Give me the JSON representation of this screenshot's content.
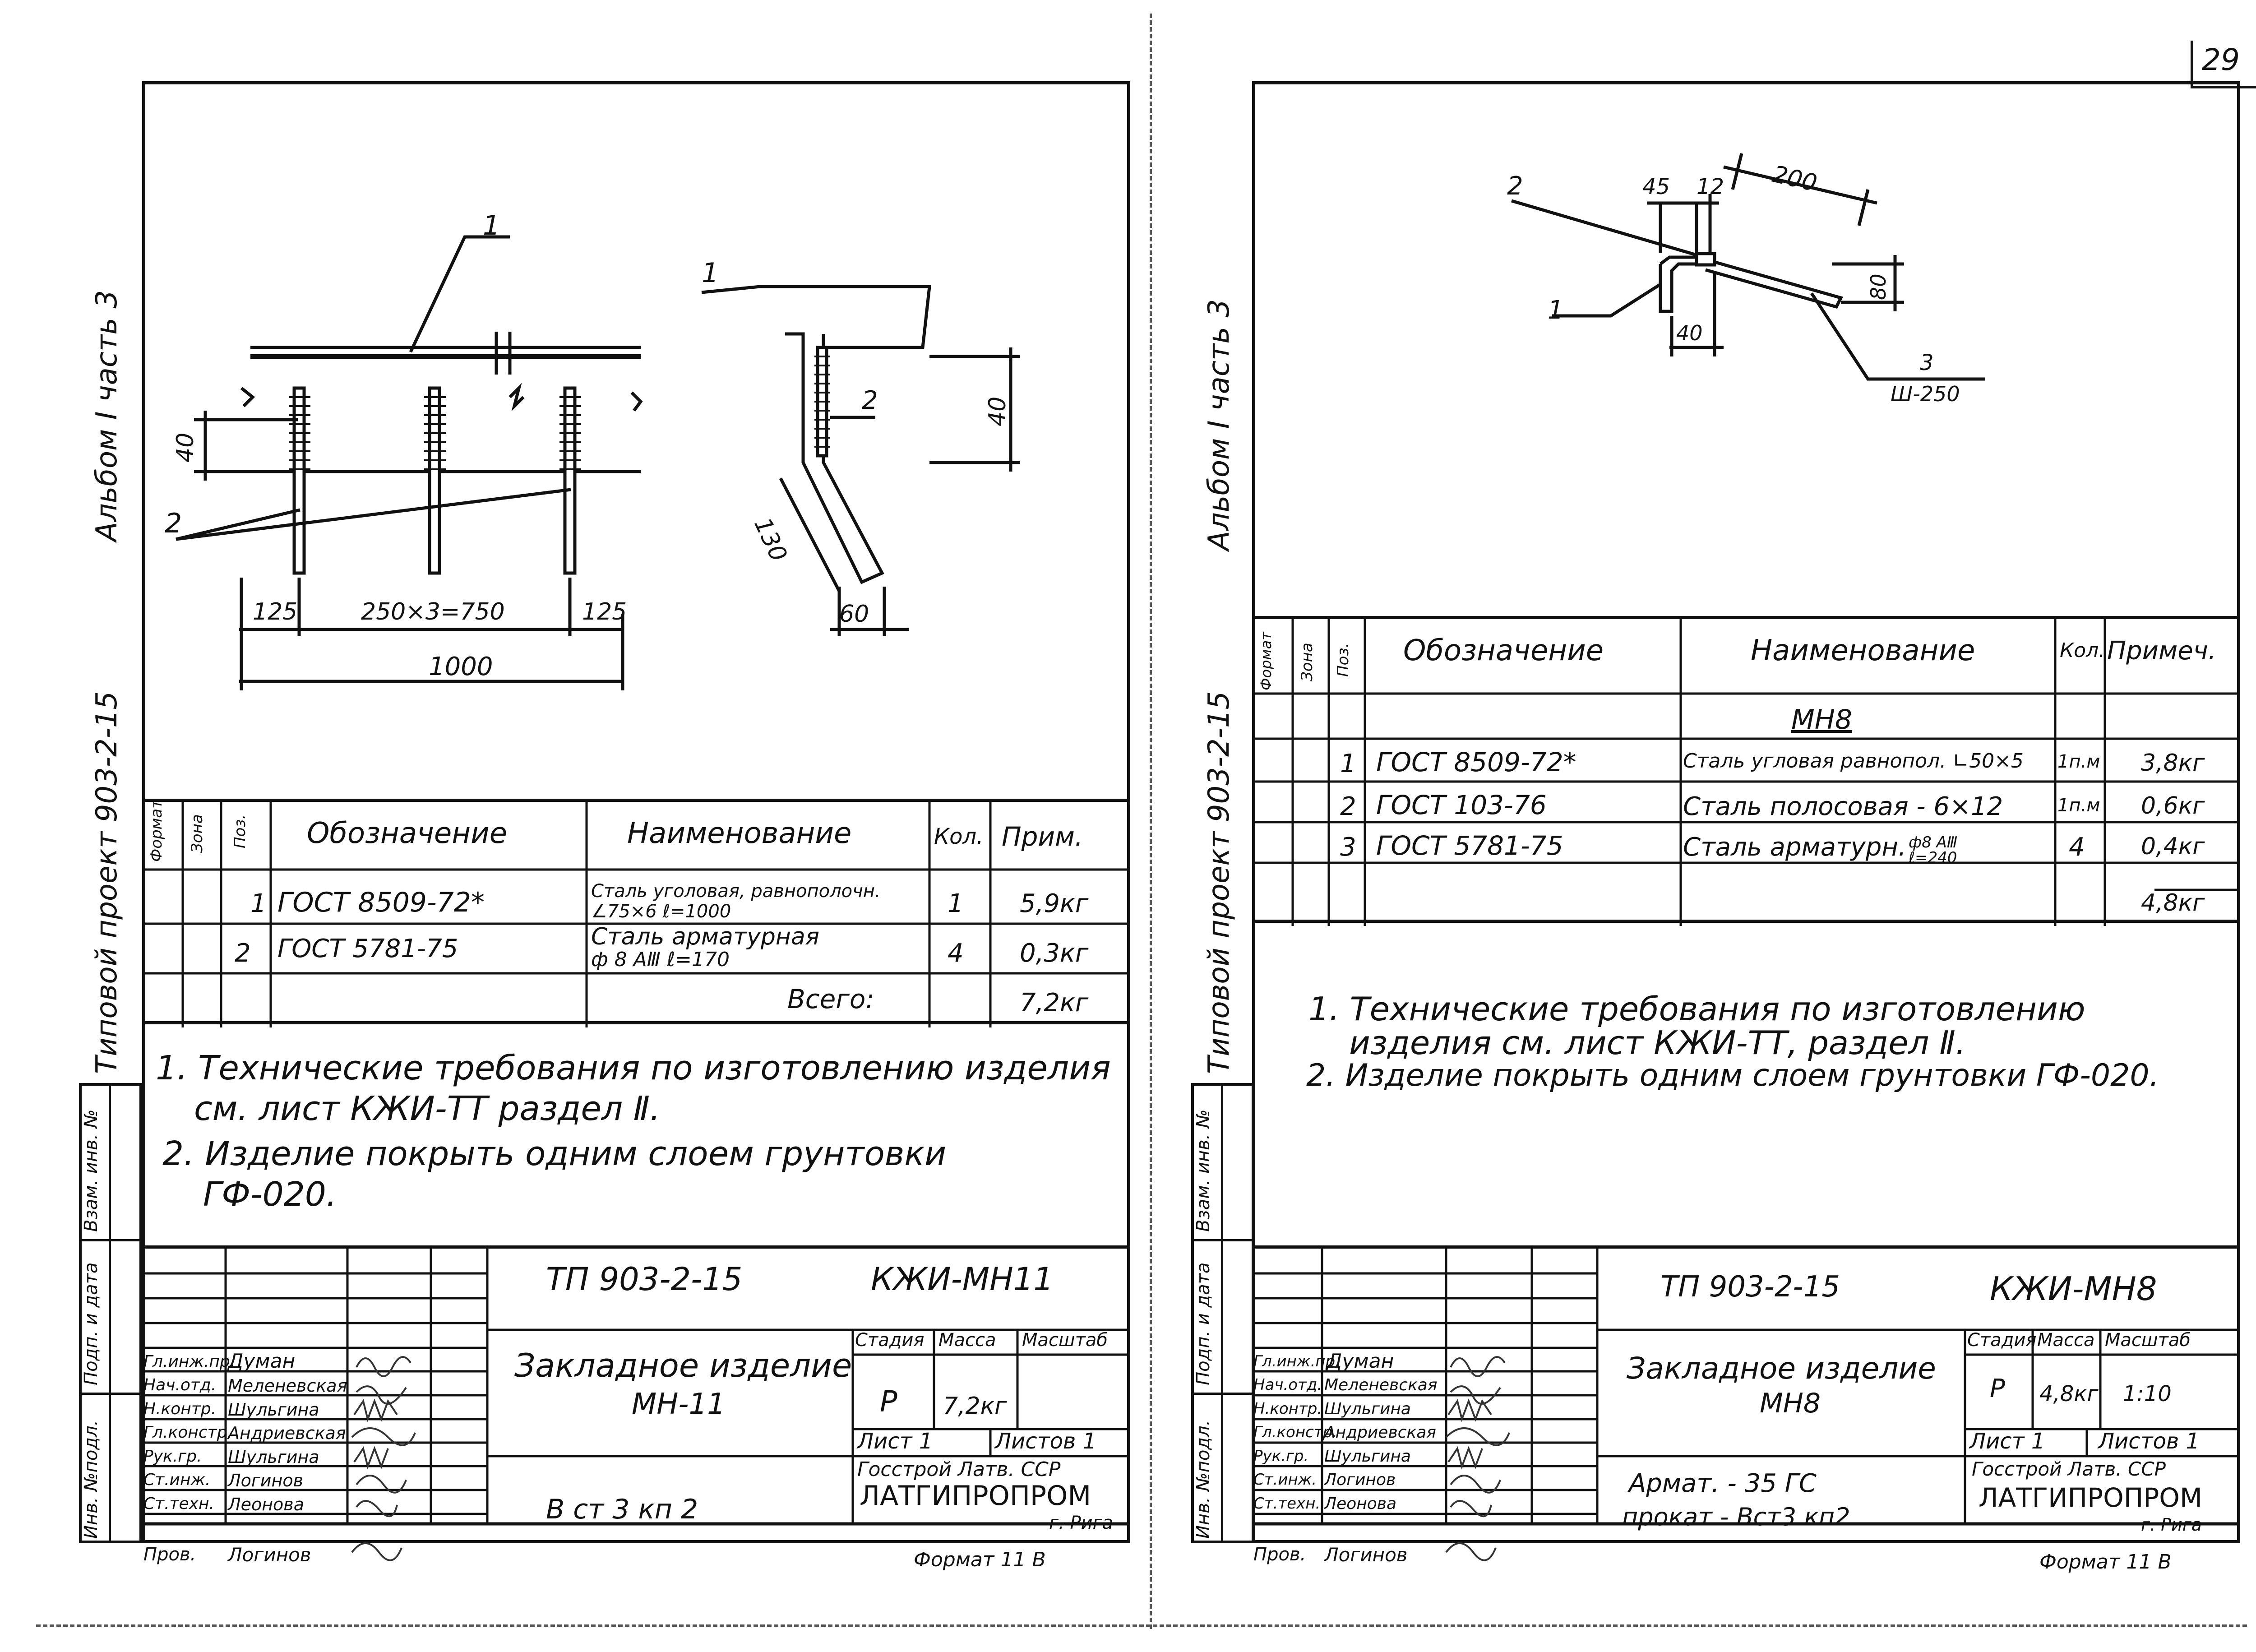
{
  "page_number": "29",
  "left": {
    "side_title": "Альбом I часть 3",
    "side_project": "Типовой проект 903-2-15",
    "side_cells": [
      "Инв. №подл.",
      "Подп. и дата",
      "Взам. инв. №"
    ],
    "drawing": {
      "pos1_a": "1",
      "pos2_a": "2",
      "pos1_b": "1",
      "pos2_b": "2",
      "dim_40_a": "40",
      "dim_125_l": "125",
      "dim_mid": "250×3=750",
      "dim_125_r": "125",
      "dim_1000": "1000",
      "dim_40_b": "40",
      "dim_130": "130",
      "dim_60": "60"
    },
    "spec": {
      "headers": [
        "Формат",
        "Зона",
        "Поз.",
        "Обозначение",
        "Наименование",
        "Кол.",
        "Прим."
      ],
      "rows": [
        {
          "pos": "1",
          "desig": "ГОСТ 8509-72*",
          "name1": "Сталь уголовая, равнополочн.",
          "name2": "∠75×6          ℓ=1000",
          "qty": "1",
          "note": "5,9кг"
        },
        {
          "pos": "2",
          "desig": "ГОСТ 5781-75",
          "name1": "Сталь арматурная",
          "name2": "ф 8 АⅢ          ℓ=170",
          "qty": "4",
          "note": "0,3кг"
        }
      ],
      "total_label": "Всего:",
      "total_value": "7,2кг"
    },
    "notes": [
      "1. Технические требования по изготовлению изделия",
      "см. лист КЖИ-ТТ раздел Ⅱ.",
      "2. Изделие покрыть одним слоем грунтовки",
      "ГФ-020."
    ],
    "title_block": {
      "code": "ТП 903-2-15",
      "sheet_code": "КЖИ-МН11",
      "title1": "Закладное изделие",
      "title2": "МН-11",
      "col_stage": "Стадия",
      "col_mass": "Масса",
      "col_scale": "Масштаб",
      "stage": "Р",
      "mass": "7,2кг",
      "scale": "",
      "sheet": "Лист 1",
      "sheets": "Листов 1",
      "org1": "Госстрой Латв. ССР",
      "org2": "ЛАТГИПРОПРОМ",
      "org3": "г. Рига",
      "material": "В ст 3 кп 2",
      "roles": [
        "Гл.инж.пр.",
        "Нач.отд.",
        "Н.контр.",
        "Гл.констр.",
        "Рук.гр.",
        "Ст.инж.",
        "Ст.техн.",
        "Пров."
      ],
      "names": [
        "Думан",
        "Меленевская",
        "Шульгина",
        "Андриевская",
        "Шульгина",
        "Логинов",
        "Леонова",
        "Логинов"
      ],
      "format": "Формат 11 В"
    }
  },
  "right": {
    "side_title": "Альбом I часть 3",
    "side_project": "Типовой проект 903-2-15",
    "side_cells": [
      "Инв. №подл.",
      "Подп. и дата",
      "Взам. инв. №"
    ],
    "drawing": {
      "pos2": "2",
      "pos1": "1",
      "pos3": "3",
      "pos3_sub": "Ш-250",
      "dim_45": "45",
      "dim_12": "12",
      "dim_200": "200",
      "dim_80": "80",
      "dim_40": "40"
    },
    "spec": {
      "headers": [
        "Формат",
        "Зона",
        "Поз.",
        "Обозначение",
        "Наименование",
        "Кол.",
        "Примеч."
      ],
      "group": "МН8",
      "rows": [
        {
          "pos": "1",
          "desig": "ГОСТ 8509-72*",
          "name": "Сталь угловая равнопол. ∟50×5",
          "qty": "1п.м",
          "note": "3,8кг"
        },
        {
          "pos": "2",
          "desig": "ГОСТ 103-76",
          "name": "Сталь полосовая - 6×12",
          "qty": "1п.м",
          "note": "0,6кг"
        },
        {
          "pos": "3",
          "desig": "ГОСТ 5781-75",
          "name": "Сталь арматурн.",
          "name_sub": "ф8 АⅢ ℓ=240",
          "qty": "4",
          "note": "0,4кг"
        }
      ],
      "total_value": "4,8кг"
    },
    "notes": [
      "1. Технические требования по изготовлению",
      "изделия см. лист КЖИ-ТТ, раздел Ⅱ.",
      "2. Изделие покрыть одним слоем грунтовки ГФ-020."
    ],
    "title_block": {
      "code": "ТП 903-2-15",
      "sheet_code": "КЖИ-МН8",
      "title1": "Закладное изделие",
      "title2": "МН8",
      "col_stage": "Стадия",
      "col_mass": "Масса",
      "col_scale": "Масштаб",
      "stage": "Р",
      "mass": "4,8кг",
      "scale": "1:10",
      "sheet": "Лист 1",
      "sheets": "Листов 1",
      "org1": "Госстрой Латв. ССР",
      "org2": "ЛАТГИПРОПРОМ",
      "org3": "г. Рига",
      "material1": "Армат. - 35 ГС",
      "material2": "прокат - Вст3 кп2",
      "roles": [
        "Гл.инж.пр.",
        "Нач.отд.",
        "Н.контр.",
        "Гл.констр.",
        "Рук.гр.",
        "Ст.инж.",
        "Ст.техн.",
        "Пров."
      ],
      "names": [
        "Думан",
        "Меленевская",
        "Шульгина",
        "Андриевская",
        "Шульгина",
        "Логинов",
        "Леонова",
        "Логинов"
      ],
      "format": "Формат 11 В"
    }
  }
}
